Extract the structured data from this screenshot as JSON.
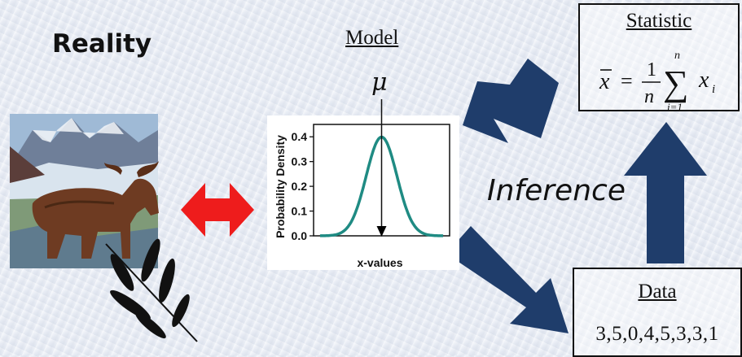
{
  "reality_label": "Reality",
  "model": {
    "title": "Model",
    "mu_symbol": "μ",
    "ylabel": "Probability Density",
    "xlabel": "x-values"
  },
  "statistic": {
    "title": "Statistic",
    "formula": {
      "lhs": "x",
      "equals": "=",
      "frac_num": "1",
      "frac_den": "n",
      "sum_upper": "n",
      "sum_lower": "i=1",
      "sum_symbol": "∑",
      "term": "x",
      "term_sub": "i"
    }
  },
  "data": {
    "title": "Data",
    "values": "3,5,0,4,5,3,3,1"
  },
  "inference_label": "Inference",
  "colors": {
    "arrow_navy": "#1f3d6b",
    "curve_teal": "#1f8b83",
    "double_arrow_red": "#ee1c1c"
  },
  "chart_data": {
    "type": "line",
    "title": "",
    "xlabel": "x-values",
    "ylabel": "Probability Density",
    "ylim": [
      0,
      0.45
    ],
    "yticks": [
      "0.0",
      "0.1",
      "0.2",
      "0.3",
      "0.4"
    ],
    "series": [
      {
        "distribution": "normal",
        "peak": 0.399
      }
    ]
  }
}
